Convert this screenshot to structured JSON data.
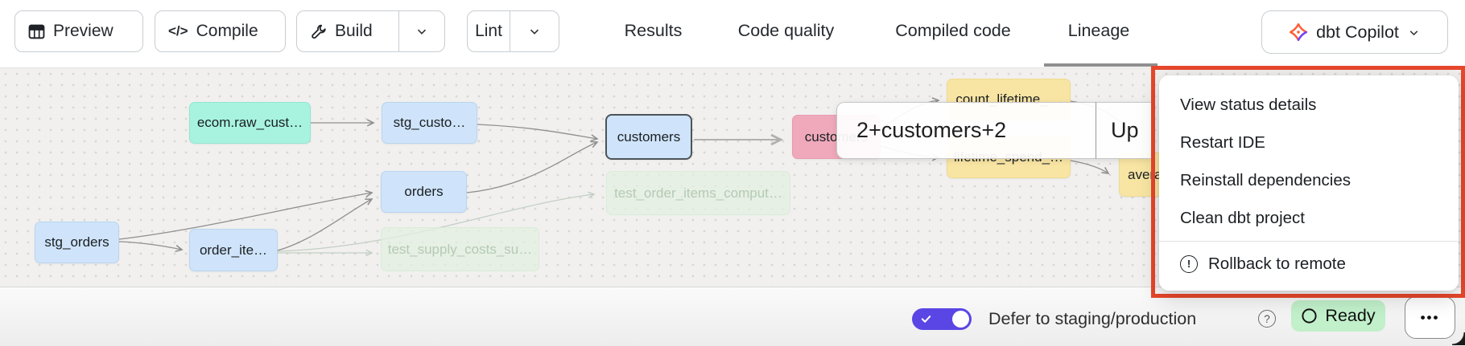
{
  "header": {
    "buttons": {
      "preview": "Preview",
      "compile": "Compile",
      "build": "Build",
      "lint": "Lint"
    },
    "tabs": [
      "Results",
      "Code quality",
      "Compiled code",
      "Lineage"
    ],
    "active_tab": "Lineage",
    "copilot_label": "dbt Copilot"
  },
  "lineage": {
    "selector_value": "2+customers+2",
    "update_button_visible_text": "Up",
    "nodes": [
      {
        "label": "ecom.raw_cust…",
        "type": "source"
      },
      {
        "label": "stg_custo…",
        "type": "model"
      },
      {
        "label": "customers",
        "type": "model-selected"
      },
      {
        "label": "orders",
        "type": "model"
      },
      {
        "label": "stg_orders",
        "type": "model"
      },
      {
        "label": "order_ite…",
        "type": "model"
      },
      {
        "label": "test_order_items_comput…",
        "type": "test"
      },
      {
        "label": "test_supply_costs_su…",
        "type": "test"
      },
      {
        "label": "customers",
        "type": "metric"
      },
      {
        "label": "count_lifetime_…",
        "type": "metric"
      },
      {
        "label": "lifetime_spend_…",
        "type": "metric"
      },
      {
        "label": "avera",
        "type": "metric"
      }
    ]
  },
  "context_menu": {
    "items": [
      "View status details",
      "Restart IDE",
      "Reinstall dependencies",
      "Clean dbt project"
    ],
    "warning_item": "Rollback to remote",
    "warning_icon": "!"
  },
  "status_bar": {
    "defer_label": "Defer to staging/production",
    "defer_toggle_on": true,
    "help_icon": "?",
    "ready_label": "Ready",
    "more_icon": "•••"
  },
  "colors": {
    "annotation_red": "#e8472c",
    "toggle_purple": "#5a46e4",
    "ready_green": "#c1f0ca",
    "node_teal": "#a7f3e0",
    "node_blue": "#cfe4fa",
    "node_pink": "#efa9bb",
    "node_yellow": "#f8e5a3",
    "node_test_green": "#e7f2e6",
    "active_tab_underline": "#8f8f8f"
  }
}
